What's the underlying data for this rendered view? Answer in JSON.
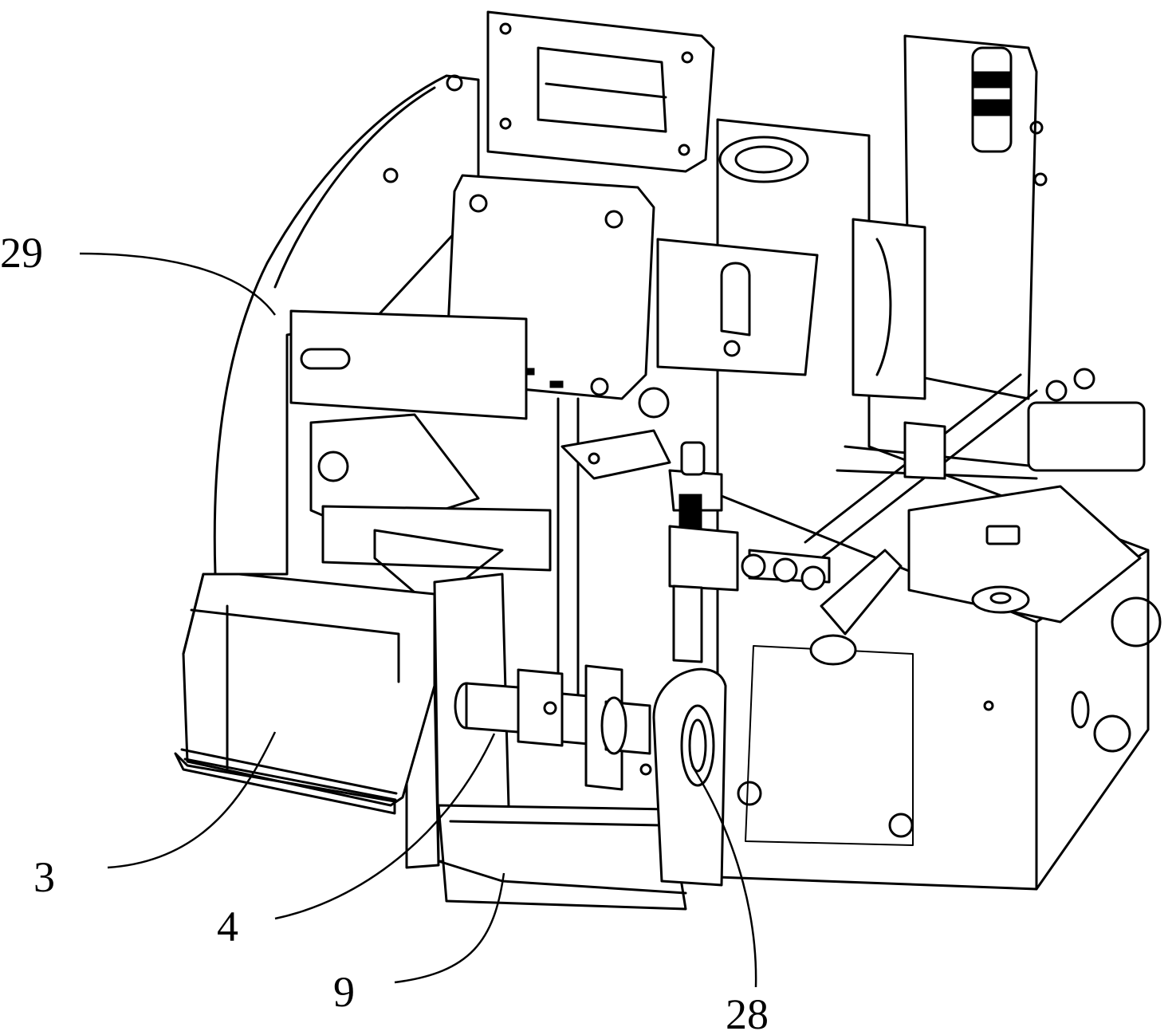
{
  "callouts": [
    {
      "id": "part-29",
      "label": "29"
    },
    {
      "id": "part-3",
      "label": "3"
    },
    {
      "id": "part-4",
      "label": "4"
    },
    {
      "id": "part-9",
      "label": "9"
    },
    {
      "id": "part-28",
      "label": "28"
    }
  ]
}
